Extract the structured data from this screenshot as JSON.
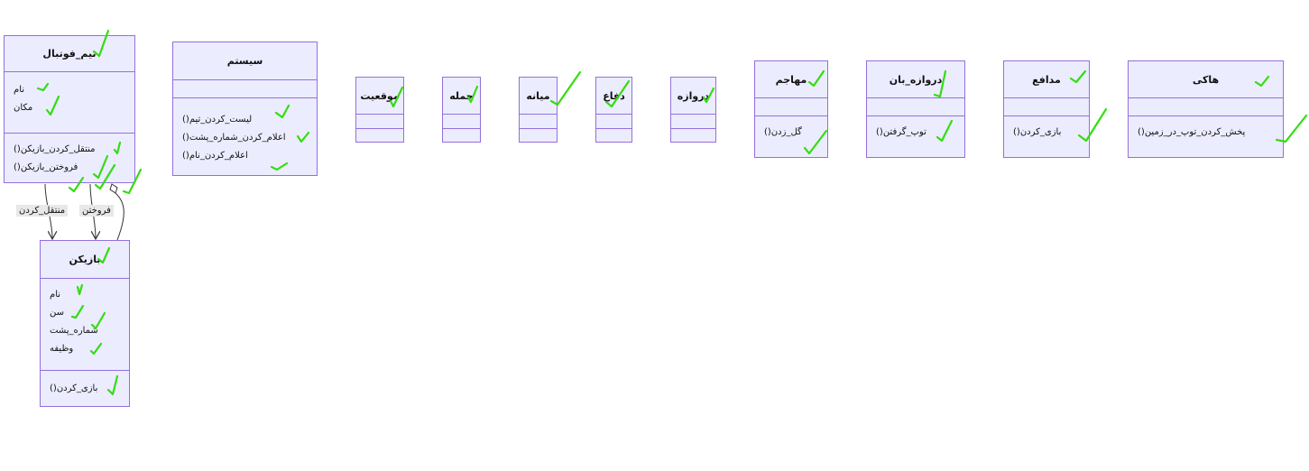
{
  "diagram": {
    "classes": {
      "team": {
        "name": "تیم_فوتبال",
        "attributes": [
          "نام",
          "مکان"
        ],
        "methods": [
          "()منتقل_کردن_بازیکن",
          "()فروختن_بازیکن"
        ]
      },
      "system": {
        "name": "سیستم",
        "attributes": [],
        "methods": [
          "()لیست_کردن_تیم",
          "()اعلام_کردن_شماره_پشت",
          "()اعلام_کردن_نام"
        ]
      },
      "position": {
        "name": "موقعیت",
        "attributes": [],
        "methods": []
      },
      "attack": {
        "name": "حمله",
        "attributes": [],
        "methods": []
      },
      "midfield": {
        "name": "میانه",
        "attributes": [],
        "methods": []
      },
      "defense": {
        "name": "دفاع",
        "attributes": [],
        "methods": []
      },
      "goal": {
        "name": "دروازه",
        "attributes": [],
        "methods": []
      },
      "striker": {
        "name": "مهاجم",
        "attributes": [],
        "methods": [
          "()گل_زدن"
        ]
      },
      "goalkeeper": {
        "name": "دروازه_بان",
        "attributes": [],
        "methods": [
          "()توپ_گرفتن"
        ]
      },
      "defender": {
        "name": "مدافع",
        "attributes": [],
        "methods": [
          "()بازی_کردن"
        ]
      },
      "hockey": {
        "name": "هاکی",
        "attributes": [],
        "methods": [
          "()پخش_کردن_توپ_در_زمین"
        ]
      },
      "player": {
        "name": "بازیکن",
        "attributes": [
          "نام",
          "سن",
          "شماره_پشت",
          "وظیفه"
        ],
        "methods": [
          "()بازی_کردن"
        ]
      }
    },
    "relations": [
      {
        "from": "team",
        "to": "player",
        "label": "منتقل_کردن"
      },
      {
        "from": "team",
        "to": "player",
        "label": "فروختن"
      },
      {
        "from": "player",
        "to": "team",
        "label": ""
      }
    ],
    "colors": {
      "fill": "#ECECFF",
      "stroke": "#9370DB",
      "check": "#33DD11",
      "edge": "#333333"
    }
  }
}
